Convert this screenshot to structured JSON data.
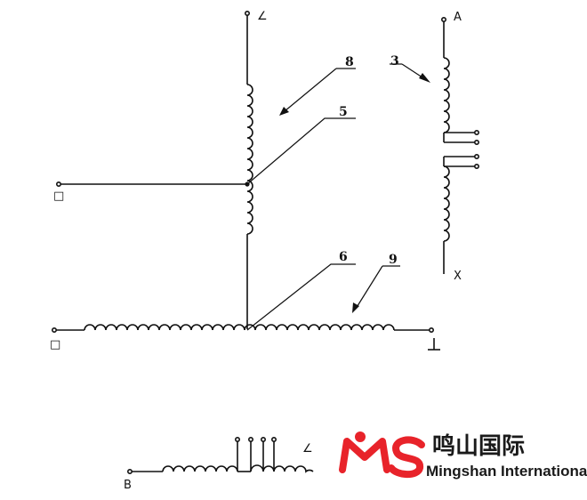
{
  "diagram": {
    "terminals": {
      "top_left_top": "∠",
      "left_middle": "□",
      "bottom_left": "□",
      "bottom_right": "⊥",
      "right_top": "A",
      "right_bottom": "X",
      "lower_left": "B",
      "lower_mid": "∠"
    },
    "callouts": {
      "c3": "3",
      "c5": "5",
      "c6": "6",
      "c8": "8",
      "c9": "9"
    }
  },
  "logo": {
    "mark": "MS",
    "chinese": "鸣山国际",
    "english": "Mingshan International",
    "red": "#e8232a",
    "dot": "#e8232a"
  }
}
